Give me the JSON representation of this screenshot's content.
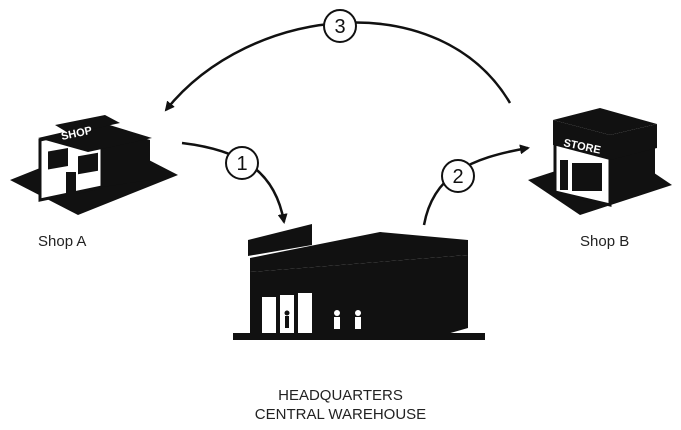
{
  "labels": {
    "shop_a": "Shop A",
    "shop_b": "Shop B",
    "hq_line1": "HEADQUARTERS",
    "hq_line2": "CENTRAL WAREHOUSE"
  },
  "signs": {
    "shop_a_sign": "SHOP",
    "shop_b_sign": "STORE"
  },
  "steps": [
    {
      "number": "1"
    },
    {
      "number": "2"
    },
    {
      "number": "3"
    }
  ],
  "colors": {
    "ink": "#111111",
    "background": "#ffffff"
  }
}
